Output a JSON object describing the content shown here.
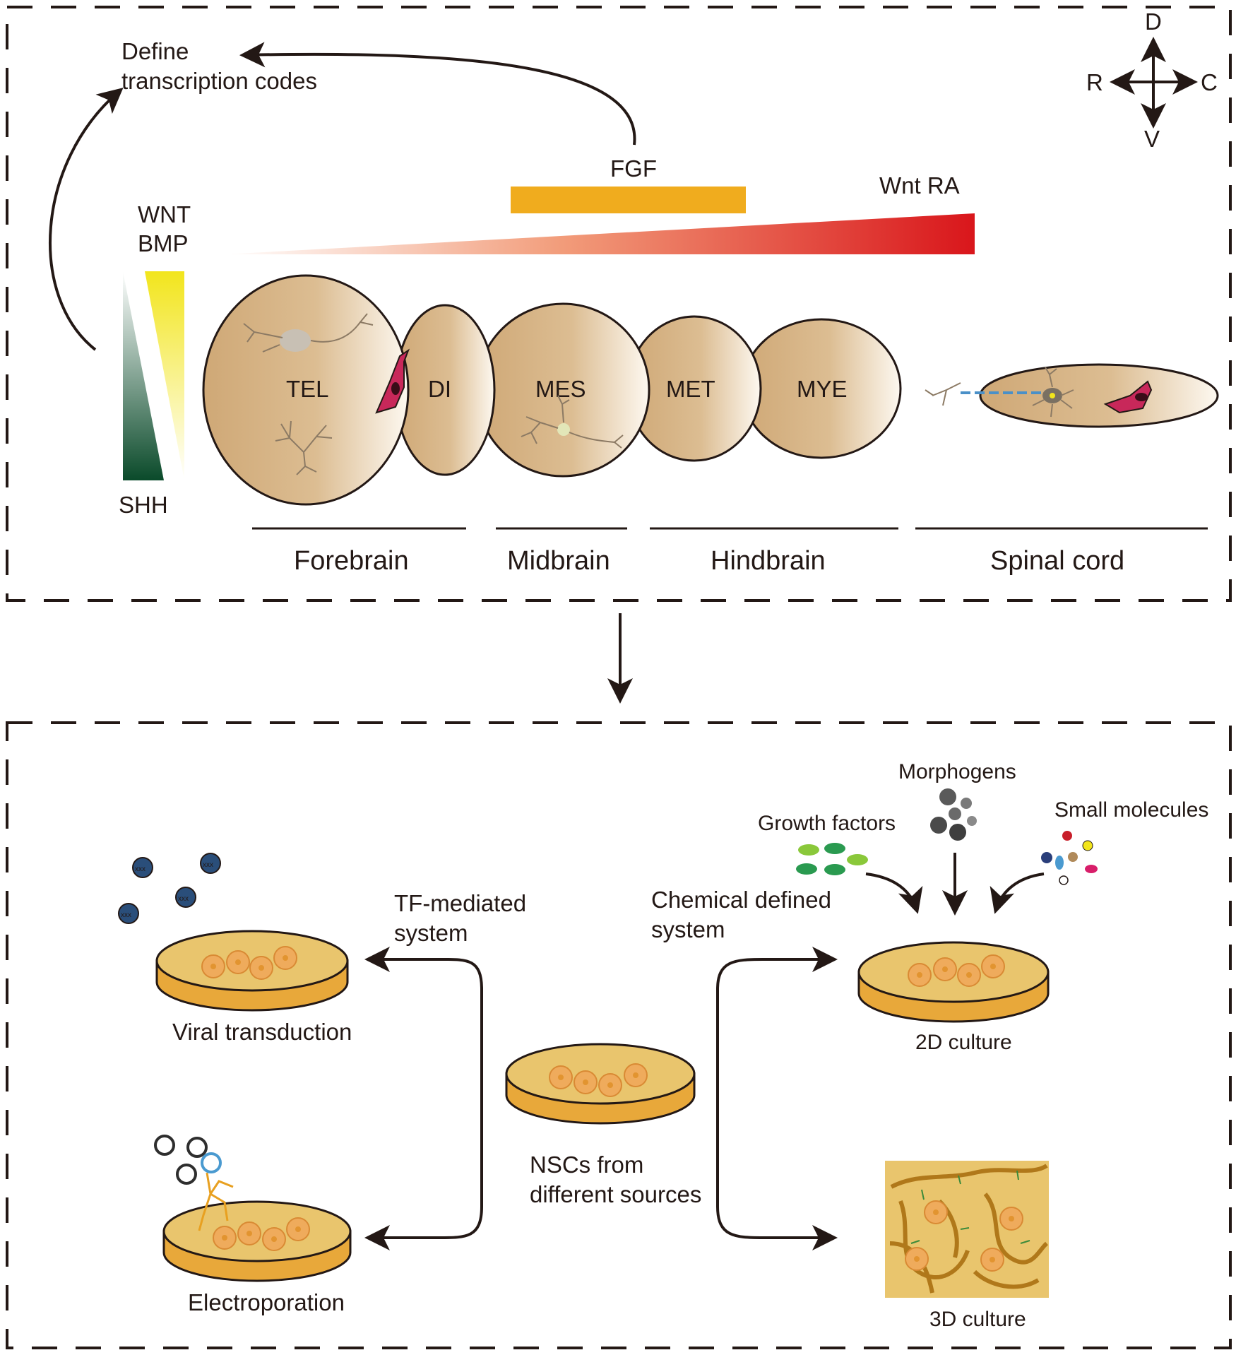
{
  "top_panel": {
    "define_label_line1": "Define",
    "define_label_line2": "transcription codes",
    "compass": {
      "dorsal": "D",
      "ventral": "V",
      "rostral": "R",
      "caudal": "C"
    },
    "fgf_label": "FGF",
    "wnt_ra_label": "Wnt  RA",
    "wnt_label": "WNT",
    "bmp_label": "BMP",
    "shh_label": "SHH",
    "segments": [
      "TEL",
      "DI",
      "MES",
      "MET",
      "MYE"
    ],
    "regions": [
      "Forebrain",
      "Midbrain",
      "Hindbrain",
      "Spinal cord"
    ],
    "colors": {
      "fgf": "#f0ac1e",
      "wnt_ra": "#d9161b",
      "bmp": "#f2e51c",
      "shh": "#0a4a2a",
      "tissue": "#d8b688",
      "cell": "#c8285a"
    }
  },
  "bottom_panel": {
    "tf_label_line1": "TF-mediated",
    "tf_label_line2": "system",
    "chem_label_line1": "Chemical defined",
    "chem_label_line2": "system",
    "viral_label": "Viral transduction",
    "electro_label": "Electroporation",
    "nsc_label_line1": "NSCs from",
    "nsc_label_line2": "different sources",
    "morphogens_label": "Morphogens",
    "growth_factors_label": "Growth factors",
    "small_molecules_label": "Small molecules",
    "culture_2d_label": "2D culture",
    "culture_3d_label": "3D culture",
    "virus_text": "xxx"
  }
}
